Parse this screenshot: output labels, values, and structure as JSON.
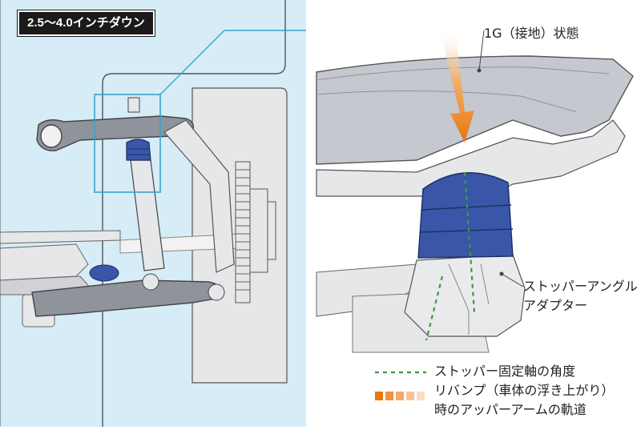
{
  "badge_title": "2.5〜4.0インチダウン",
  "labels": {
    "ground_state": "1G（接地）状態",
    "adapter_line1": "ストッパーアングル",
    "adapter_line2": "アダプター"
  },
  "legend": {
    "axis_angle": "ストッパー固定軸の角度",
    "rebound_line1": "リバンプ（車体の浮き上がり）",
    "rebound_line2": "時のアッパーアームの軌道"
  },
  "colors": {
    "background_blue": "#d6ecf7",
    "arm_gray": "#8f939b",
    "stopper_blue": "#3a56a8",
    "leader_cyan": "#3aa3c8",
    "axis_green": "#3a9a3a",
    "arrow_orange": "#e8760f"
  }
}
